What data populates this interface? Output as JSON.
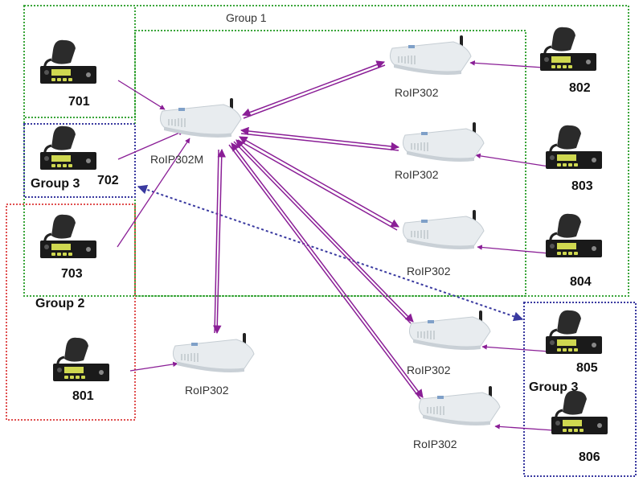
{
  "groups": {
    "group1": "Group 1",
    "group2": "Group 2",
    "group3_left": "Group 3",
    "group3_right": "Group 3"
  },
  "colors": {
    "group1": "#3aa53a",
    "group2": "#e05050",
    "group3": "#3a3aa0",
    "link": "#8a1e96",
    "dashed_link": "#3a3aa0"
  },
  "hub": {
    "name": "RoIP302M"
  },
  "gateways": [
    {
      "id": "gw-802",
      "name": "RoIP302"
    },
    {
      "id": "gw-803",
      "name": "RoIP302"
    },
    {
      "id": "gw-804",
      "name": "RoIP302"
    },
    {
      "id": "gw-805",
      "name": "RoIP302"
    },
    {
      "id": "gw-806",
      "name": "RoIP302"
    },
    {
      "id": "gw-801",
      "name": "RoIP302"
    }
  ],
  "radios": {
    "r701": "701",
    "r702": "702",
    "r703": "703",
    "r801": "801",
    "r802": "802",
    "r803": "803",
    "r804": "804",
    "r805": "805",
    "r806": "806"
  }
}
